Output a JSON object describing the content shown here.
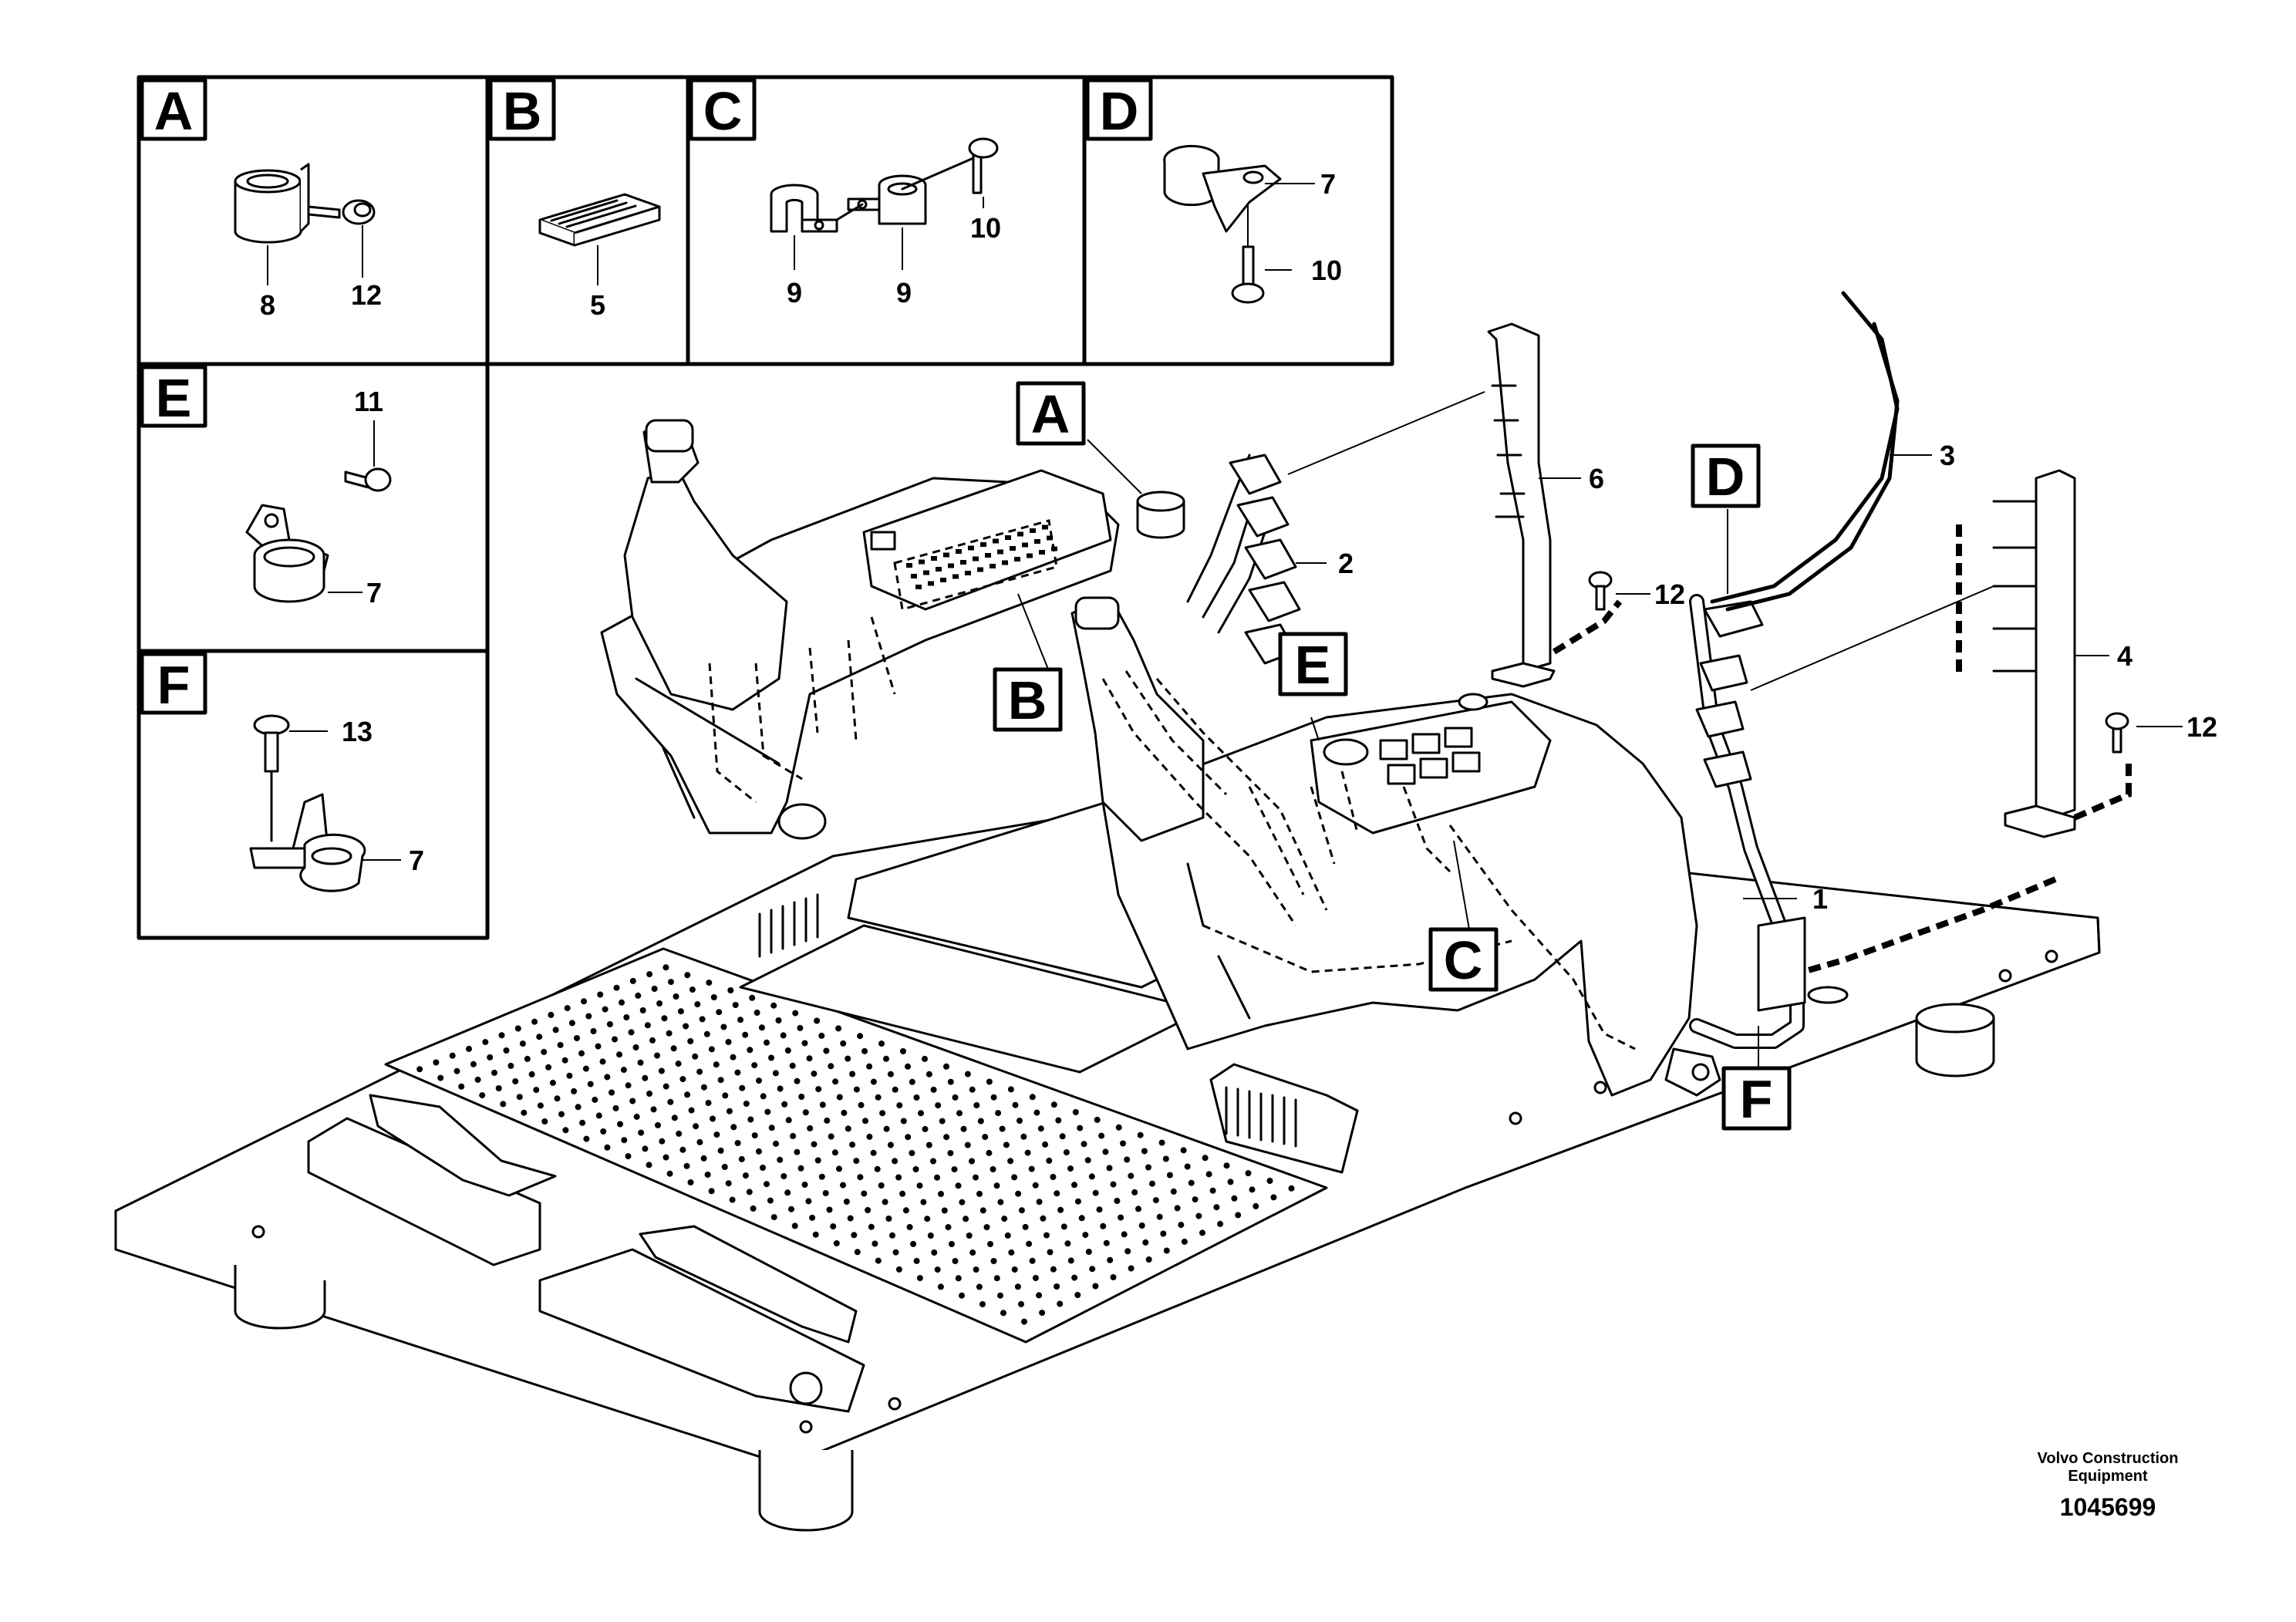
{
  "detail_panels": [
    {
      "letter": "A",
      "parts": [
        "8",
        "12"
      ]
    },
    {
      "letter": "B",
      "parts": [
        "5"
      ]
    },
    {
      "letter": "C",
      "parts": [
        "9",
        "9",
        "10"
      ]
    },
    {
      "letter": "D",
      "parts": [
        "7",
        "10"
      ]
    },
    {
      "letter": "E",
      "parts": [
        "11",
        "7"
      ]
    },
    {
      "letter": "F",
      "parts": [
        "13",
        "7"
      ]
    }
  ],
  "callouts": {
    "main_letters": [
      "A",
      "B",
      "C",
      "D",
      "E",
      "F"
    ],
    "part_numbers": [
      "1",
      "2",
      "3",
      "4",
      "6",
      "12",
      "12"
    ]
  },
  "footer": {
    "company_line1": "Volvo Construction",
    "company_line2": "Equipment",
    "drawing_number": "1045699"
  }
}
